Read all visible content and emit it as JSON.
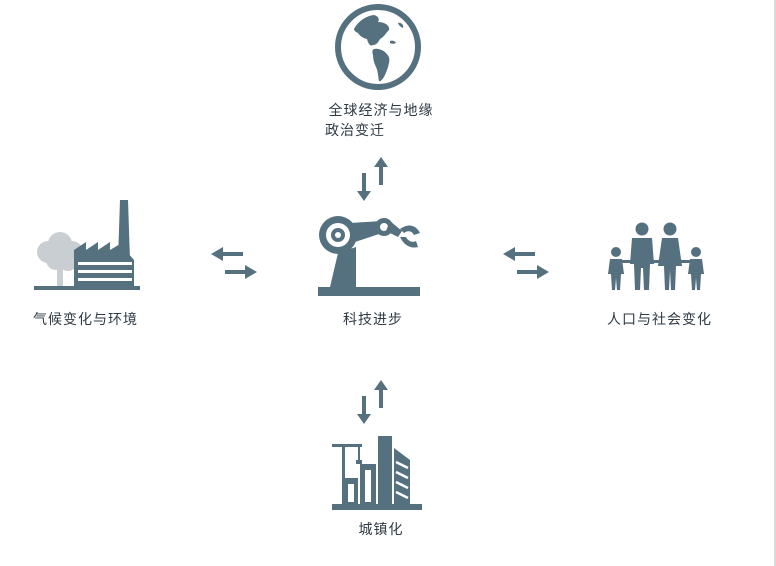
{
  "diagram": {
    "colors": {
      "primary": "#55707f",
      "light": "#c9ced2",
      "text": "#2e3a44"
    },
    "center_node": {
      "label": "科技进步",
      "icon": "robot-arm-icon"
    },
    "top_node": {
      "label_line1": "全球经济与地缘",
      "label_line2": "政治变迁",
      "icon": "globe-icon"
    },
    "left_node": {
      "label": "气候变化与环境",
      "icon": "factory-icon"
    },
    "right_node": {
      "label": "人口与社会变化",
      "icon": "family-icon"
    },
    "bottom_node": {
      "label": "城镇化",
      "icon": "city-buildings-icon"
    },
    "connections": [
      {
        "from": "科技进步",
        "to": "全球经济与地缘政治变迁",
        "direction": "bidirectional"
      },
      {
        "from": "科技进步",
        "to": "气候变化与环境",
        "direction": "bidirectional"
      },
      {
        "from": "科技进步",
        "to": "人口与社会变化",
        "direction": "bidirectional"
      },
      {
        "from": "科技进步",
        "to": "城镇化",
        "direction": "bidirectional"
      }
    ]
  }
}
